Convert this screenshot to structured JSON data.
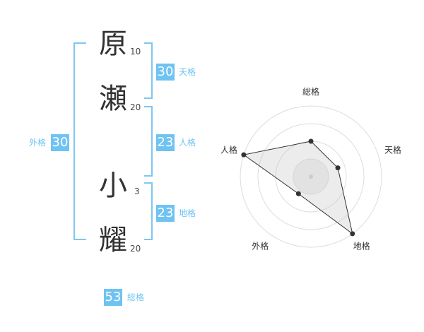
{
  "name_chars": [
    {
      "char": "原",
      "strokes": "10"
    },
    {
      "char": "瀬",
      "strokes": "20"
    },
    {
      "char": "小",
      "strokes": "3"
    },
    {
      "char": "耀",
      "strokes": "20"
    }
  ],
  "fortunes": {
    "tenkaku": {
      "value": "30",
      "label": "天格"
    },
    "jinkaku": {
      "value": "23",
      "label": "人格"
    },
    "chikaku": {
      "value": "23",
      "label": "地格"
    },
    "gaikaku": {
      "value": "30",
      "label": "外格"
    },
    "soukaku": {
      "value": "53",
      "label": "総格"
    }
  },
  "accent_color": "#6ec3f2",
  "radar": {
    "axes": [
      "総格",
      "天格",
      "地格",
      "外格",
      "人格"
    ],
    "max": 5,
    "rings": 4,
    "levels": [
      2.5,
      2.0,
      5.0,
      1.5,
      5.0
    ]
  }
}
